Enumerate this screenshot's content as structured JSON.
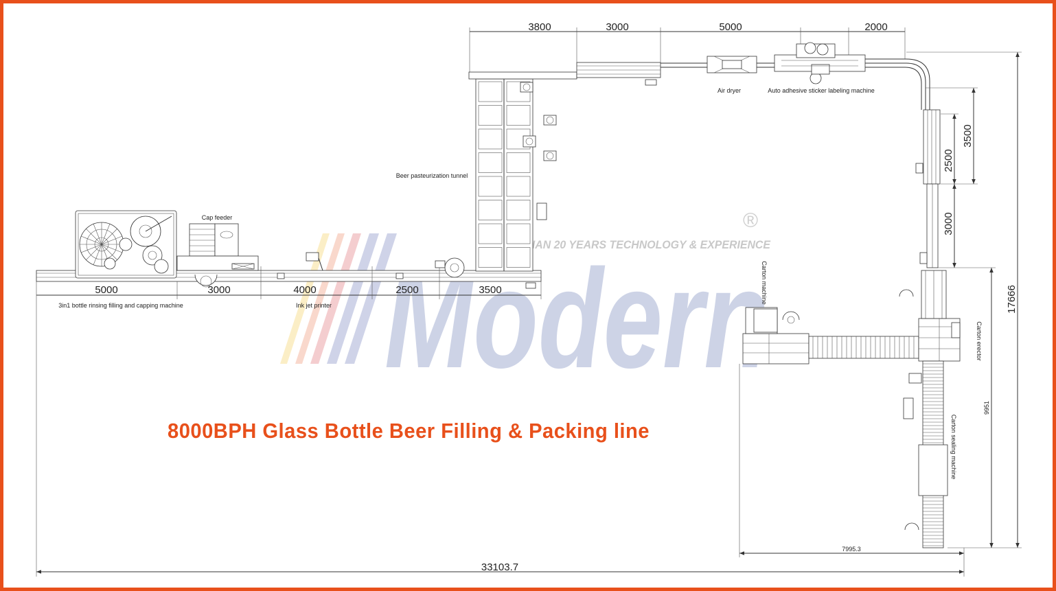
{
  "title": "8000BPH Glass Bottle Beer Filling & Packing line",
  "watermark": {
    "brand": "Modern",
    "tagline": "MORE THAN 20 YEARS TECHNOLOGY & EXPERIENCE",
    "registered": "®",
    "color": "#1f3a93"
  },
  "colors": {
    "title": "#e8501b",
    "border": "#e8501b",
    "line": "#333333"
  },
  "machines": {
    "rinsing_filling_capping": "3in1 bottle rinsing filling and capping machine",
    "cap_feeder": "Cap feeder",
    "ink_jet_printer": "Ink jet printer",
    "pasteurization_tunnel": "Beer pasteurization tunnel",
    "air_dryer": "Air dryer",
    "labeling_machine": "Auto adhesive sticker labeling machine",
    "carton_machine": "Carton machine",
    "carton_erector": "Carton erector",
    "carton_sealing_machine": "Carton sealing machine"
  },
  "dimensions": {
    "bottom_row": [
      "5000",
      "3000",
      "4000",
      "2500",
      "3500"
    ],
    "top_row": [
      "3800",
      "3000",
      "5000",
      "2000"
    ],
    "right_column": [
      "3500",
      "2500",
      "3000"
    ],
    "overall_height": "17666",
    "packing_height": "9951",
    "packing_width": "7995.3",
    "overall_width": "33103.7"
  }
}
